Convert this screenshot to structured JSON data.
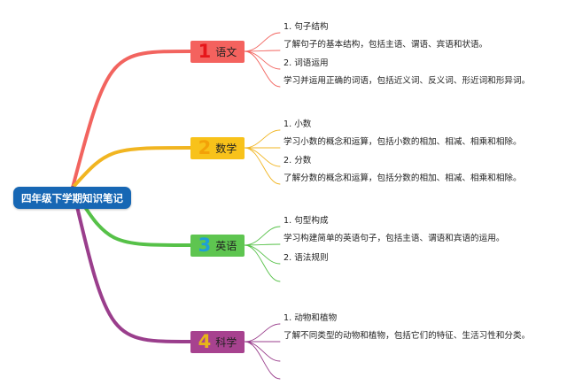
{
  "root": {
    "label": "四年级下学期知识笔记"
  },
  "branches": [
    {
      "number": "1",
      "label": "语文",
      "color": "#f2645f",
      "fill": "#f4625e",
      "num_color": "#e6161a",
      "leaves": [
        "1. 句子结构",
        "了解句子的基本结构，包括主语、谓语、宾语和状语。",
        "2. 词语运用",
        "学习并运用正确的词语，包括近义词、反义词、形近词和形异词。"
      ]
    },
    {
      "number": "2",
      "label": "数学",
      "color": "#f1b521",
      "fill": "#f8c21a",
      "num_color": "#f3a108",
      "leaves": [
        "1. 小数",
        "学习小数的概念和运算，包括小数的相加、相减、相乘和相除。",
        "2. 分数",
        "了解分数的概念和运算，包括分数的相加、相减、相乘和相除。"
      ]
    },
    {
      "number": "3",
      "label": "英语",
      "color": "#56c148",
      "fill": "#5ec550",
      "num_color": "#1e9fd8",
      "leaves": [
        "1. 句型构成",
        "学习构建简单的英语句子，包括主语、谓语和宾语的运用。",
        "2. 语法规则"
      ]
    },
    {
      "number": "4",
      "label": "科学",
      "color": "#9a3e8c",
      "fill": "#a7428f",
      "num_color": "#e7b51a",
      "leaves": [
        "1. 动物和植物",
        "了解不同类型的动物和植物，包括它们的特征、生活习性和分类。"
      ]
    }
  ]
}
